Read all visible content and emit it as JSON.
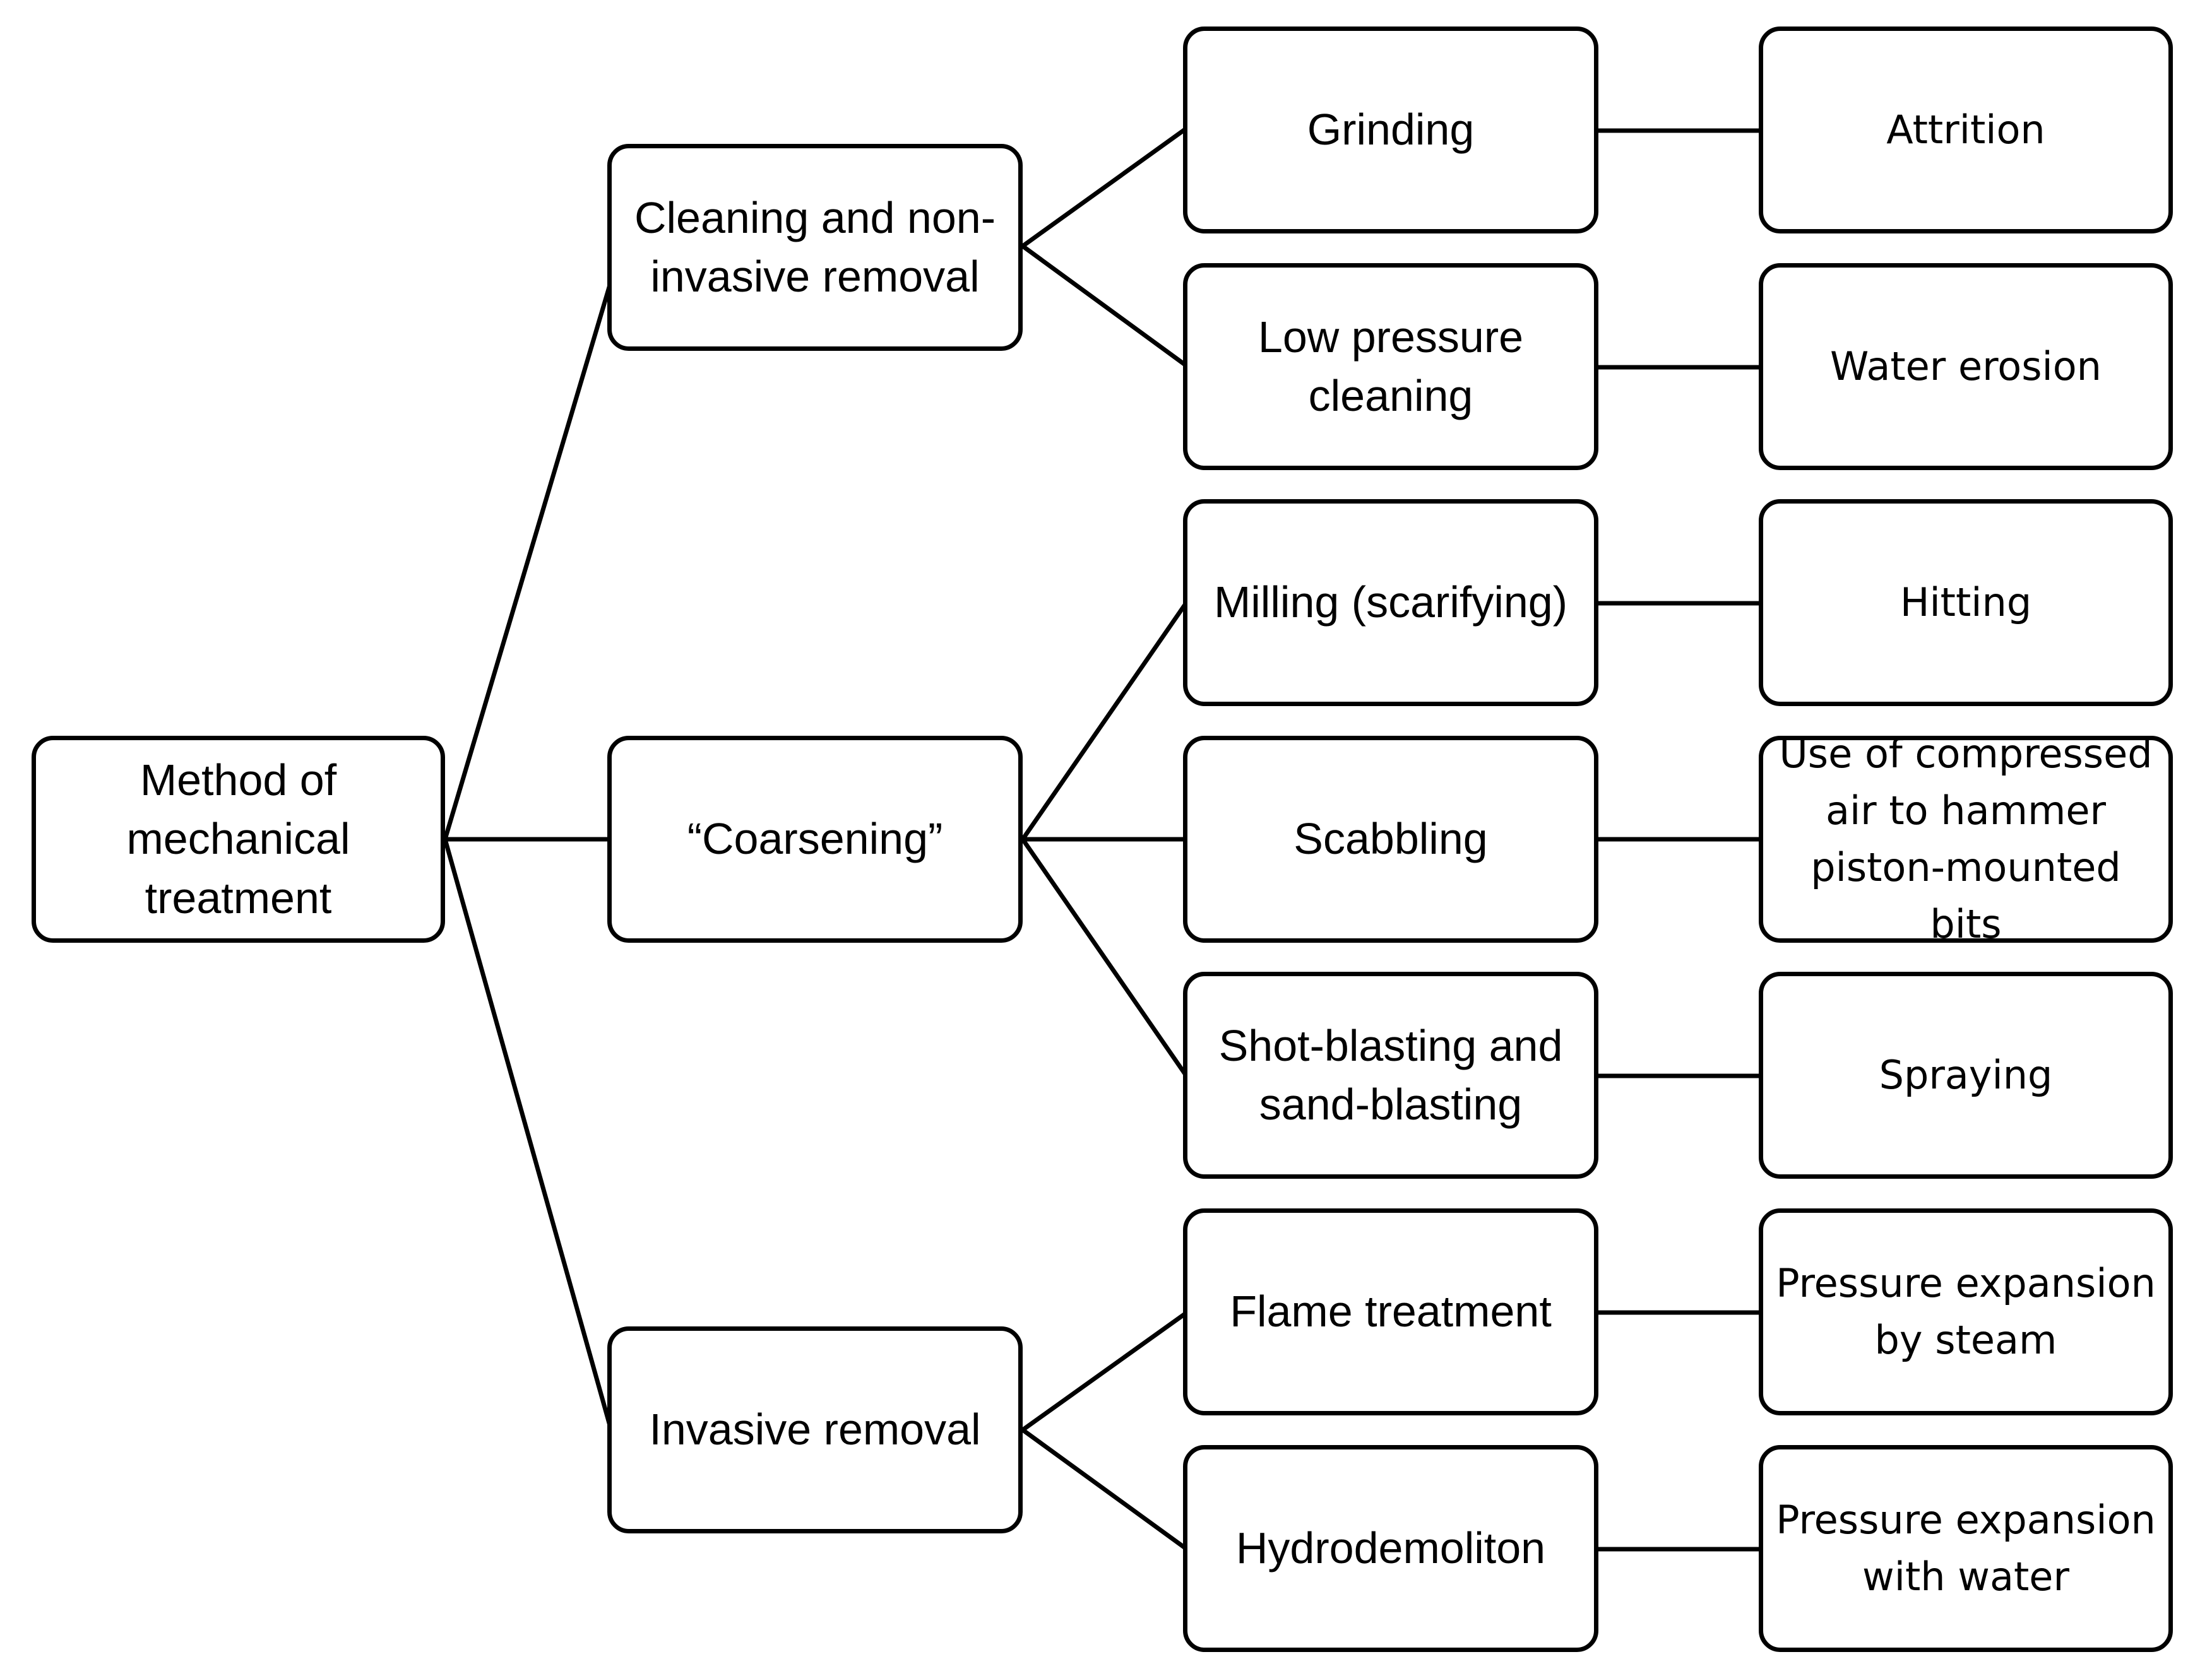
{
  "root": {
    "label": "Method of\nmechanical\ntreatment"
  },
  "categories": [
    {
      "label": "Cleaning and non-\ninvasive removal"
    },
    {
      "label": "“Coarsening”"
    },
    {
      "label": "Invasive removal"
    }
  ],
  "methods": [
    {
      "label": "Grinding"
    },
    {
      "label": "Low pressure\ncleaning"
    },
    {
      "label": "Milling (scarifying)"
    },
    {
      "label": "Scabbling"
    },
    {
      "label": "Shot-blasting and\nsand-blasting"
    },
    {
      "label": "Flame treatment"
    },
    {
      "label": "Hydrodemoliton"
    }
  ],
  "mechanisms": [
    {
      "label": "Attrition"
    },
    {
      "label": "Water erosion"
    },
    {
      "label": "Hitting"
    },
    {
      "label": "Use of compressed\nair to hammer\npiston-mounted bits"
    },
    {
      "label": "Spraying"
    },
    {
      "label": "Pressure expansion\nby steam"
    },
    {
      "label": "Pressure expansion\nwith water"
    }
  ]
}
